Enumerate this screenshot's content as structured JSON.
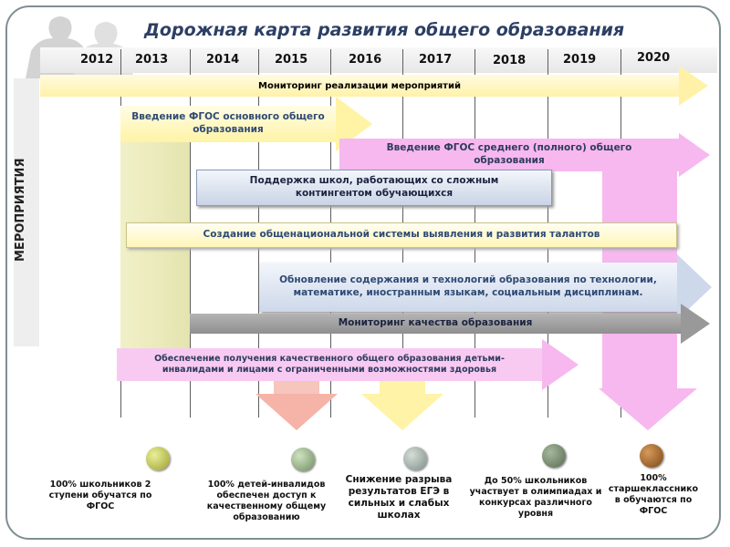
{
  "title": "Дорожная карта развития общего образования",
  "years": [
    "2012",
    "2013",
    "2014",
    "2015",
    "2016",
    "2017",
    "2018",
    "2019",
    "2020"
  ],
  "side_label": "МЕРОПРИЯТИЯ",
  "activities": {
    "monitoring_implementation": "Мониторинг реализации мероприятий",
    "fgos_basic": "Введение ФГОС основного общего образования",
    "fgos_secondary": "Введение ФГОС среднего (полного) общего образования",
    "school_support": "Поддержка школ, работающих со сложным контингентом обучающихся",
    "talent_system": "Создание общенациональной системы выявления и развития талантов",
    "content_update": "Обновление содержания и технологий образования по технологии, математике, иностранным языкам, социальным дисциплинам.",
    "quality_monitoring": "Мониторинг качества образования",
    "inclusive": "Обеспечение получения качественного общего образования детьми-инвалидами и лицами с ограниченными возможностями здоровья"
  },
  "outcomes": [
    "100% школьников 2 ступени обучатся по ФГОС",
    "100% детей-инвалидов обеспечен доступ к качественному общему образованию",
    "Снижение разрыва результатов ЕГЭ в сильных и слабых школах",
    "До 50% школьников участвует в олимпиадах и конкурсах различного уровня",
    "100% старшеклассникo в обучаются по ФГОС"
  ],
  "colors": {
    "title": "#2c3f64",
    "yellow": "#fff6b0",
    "pink": "#f6b8ef",
    "blue": "#d8e2f4",
    "gray": "#a9a9a9"
  }
}
